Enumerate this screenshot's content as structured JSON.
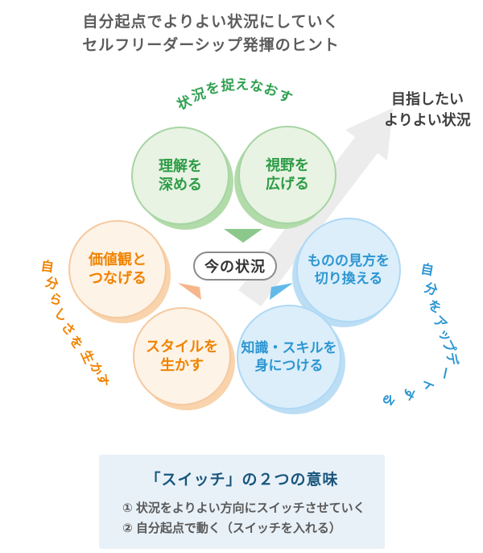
{
  "header": {
    "title_line1": "自分起点でよりよい状況にしていく",
    "title_line2": "セルフリーダーシップ発揮のヒント"
  },
  "goal": {
    "line1": "目指したい",
    "line2": "よりよい状況"
  },
  "center": {
    "label": "今の状況"
  },
  "circles": [
    {
      "id": "deepen-understanding",
      "line1": "理解を",
      "line2": "深める",
      "group": "green"
    },
    {
      "id": "broaden-view",
      "line1": "視野を",
      "line2": "広げる",
      "group": "green"
    },
    {
      "id": "connect-values",
      "line1": "価値観と",
      "line2": "つなげる",
      "group": "orange"
    },
    {
      "id": "switch-perspective",
      "line1": "ものの見方を",
      "line2": "切り換える",
      "group": "blue"
    },
    {
      "id": "use-own-style",
      "line1": "スタイルを",
      "line2": "生かす",
      "group": "orange"
    },
    {
      "id": "acquire-skills",
      "line1": "知識・スキルを",
      "line2": "身につける",
      "group": "blue"
    }
  ],
  "arcs": {
    "top": {
      "text": "状況を捉えなおす",
      "color": "#30a050"
    },
    "left": {
      "text": "自分らしさを生かす",
      "color": "#f08300"
    },
    "right": {
      "text": "自分をアップデートする",
      "color": "#2d96d2"
    }
  },
  "switch_box": {
    "title": "「スイッチ」の２つの意味",
    "items": [
      "① 状況をよりよい方向にスイッチさせていく",
      "② 自分起点で動く（スイッチを入れる）"
    ]
  },
  "colors": {
    "title_text": "#5c5c5c",
    "green_text": "#2e9c47",
    "green_fill": "#e8f3e3",
    "green_border": "#a6d5a3",
    "orange_text": "#f08300",
    "orange_fill": "#fdf3e7",
    "orange_border": "#f5c9a0",
    "blue_text": "#2d96d2",
    "blue_fill": "#dbeefa",
    "blue_border": "#aed8f5",
    "arrow_gray": "#ececec",
    "triangle_green": "#8cc88c",
    "triangle_orange": "#f6b68a",
    "triangle_blue": "#62b9e9",
    "box_bg": "#e9f1f8",
    "box_title_text": "#19567d",
    "box_item_text": "#595959"
  }
}
